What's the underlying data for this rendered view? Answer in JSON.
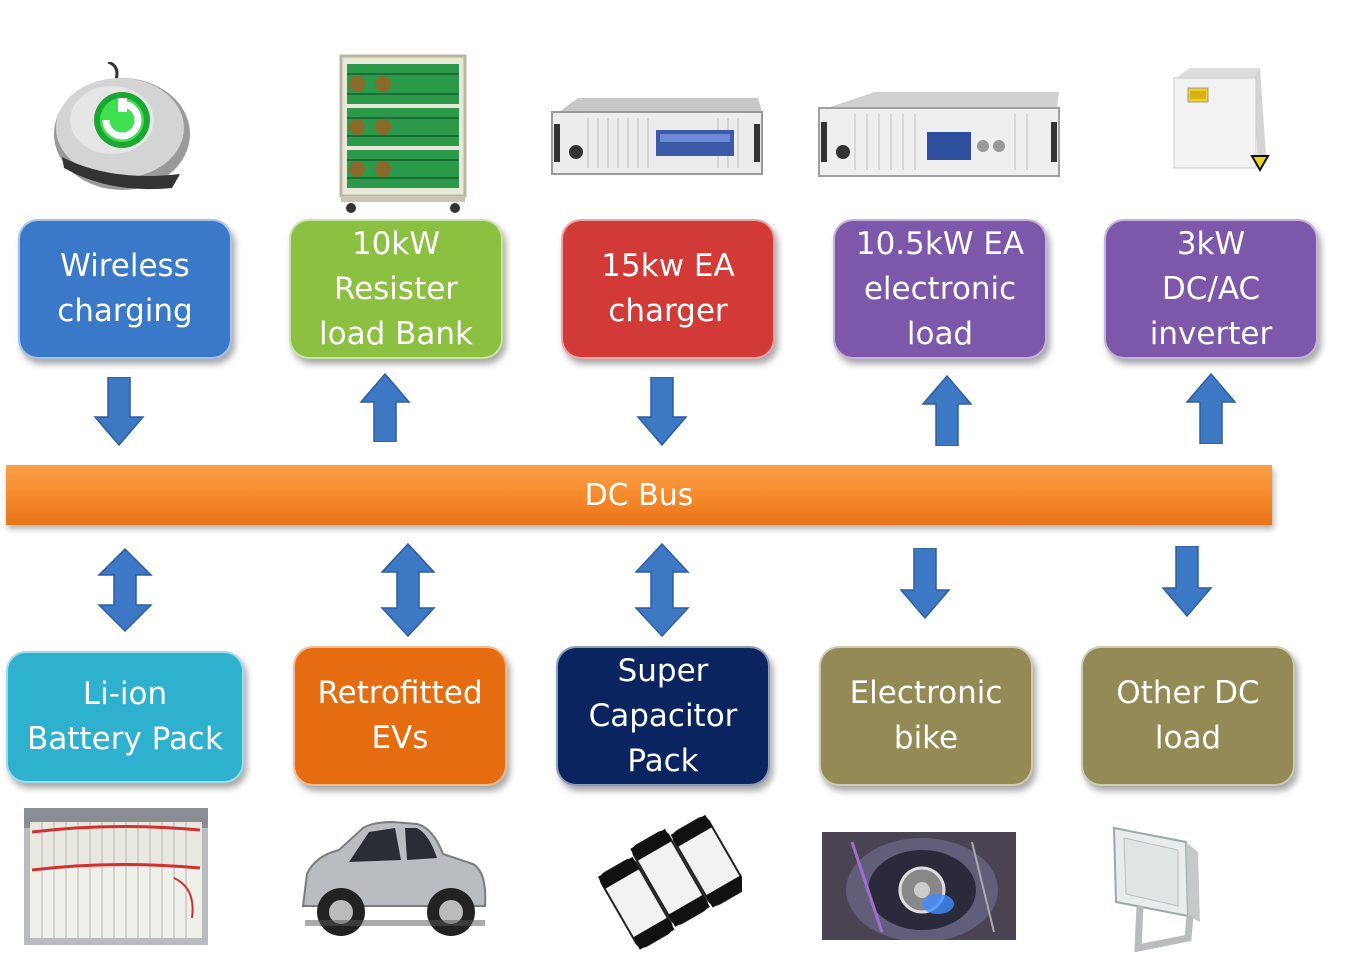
{
  "top_boxes": [
    {
      "label": "Wireless\ncharging",
      "color": "#3a78c8"
    },
    {
      "label": "10kW\nResister\nload Bank",
      "color": "#8cc040"
    },
    {
      "label": "15kw EA\ncharger",
      "color": "#d23a38"
    },
    {
      "label": "10.5kW EA\nelectronic\nload",
      "color": "#7d58aa"
    },
    {
      "label": "3kW\nDC/AC\ninverter",
      "color": "#7d58aa"
    }
  ],
  "bus": {
    "label": "DC Bus",
    "color": "#f5882a"
  },
  "bottom_boxes": [
    {
      "label": "Li-ion\nBattery Pack",
      "color": "#2eb0cf"
    },
    {
      "label": "Retrofitted\nEVs",
      "color": "#e66c10"
    },
    {
      "label": "Super\nCapacitor\nPack",
      "color": "#0a2460"
    },
    {
      "label": "Electronic\nbike",
      "color": "#948a55"
    },
    {
      "label": "Other DC\nload",
      "color": "#948a55"
    }
  ],
  "top_arrows": [
    "down",
    "up",
    "down",
    "up",
    "up"
  ],
  "bottom_arrows": [
    "both",
    "both",
    "both",
    "down",
    "down"
  ],
  "icons": {
    "top": [
      "wireless-charger-icon",
      "resistor-load-bank-icon",
      "ea-charger-icon",
      "electronic-load-icon",
      "inverter-icon"
    ],
    "bottom": [
      "battery-pack-icon",
      "electric-car-icon",
      "supercapacitor-icon",
      "electronic-bike-icon",
      "floodlight-icon"
    ]
  }
}
